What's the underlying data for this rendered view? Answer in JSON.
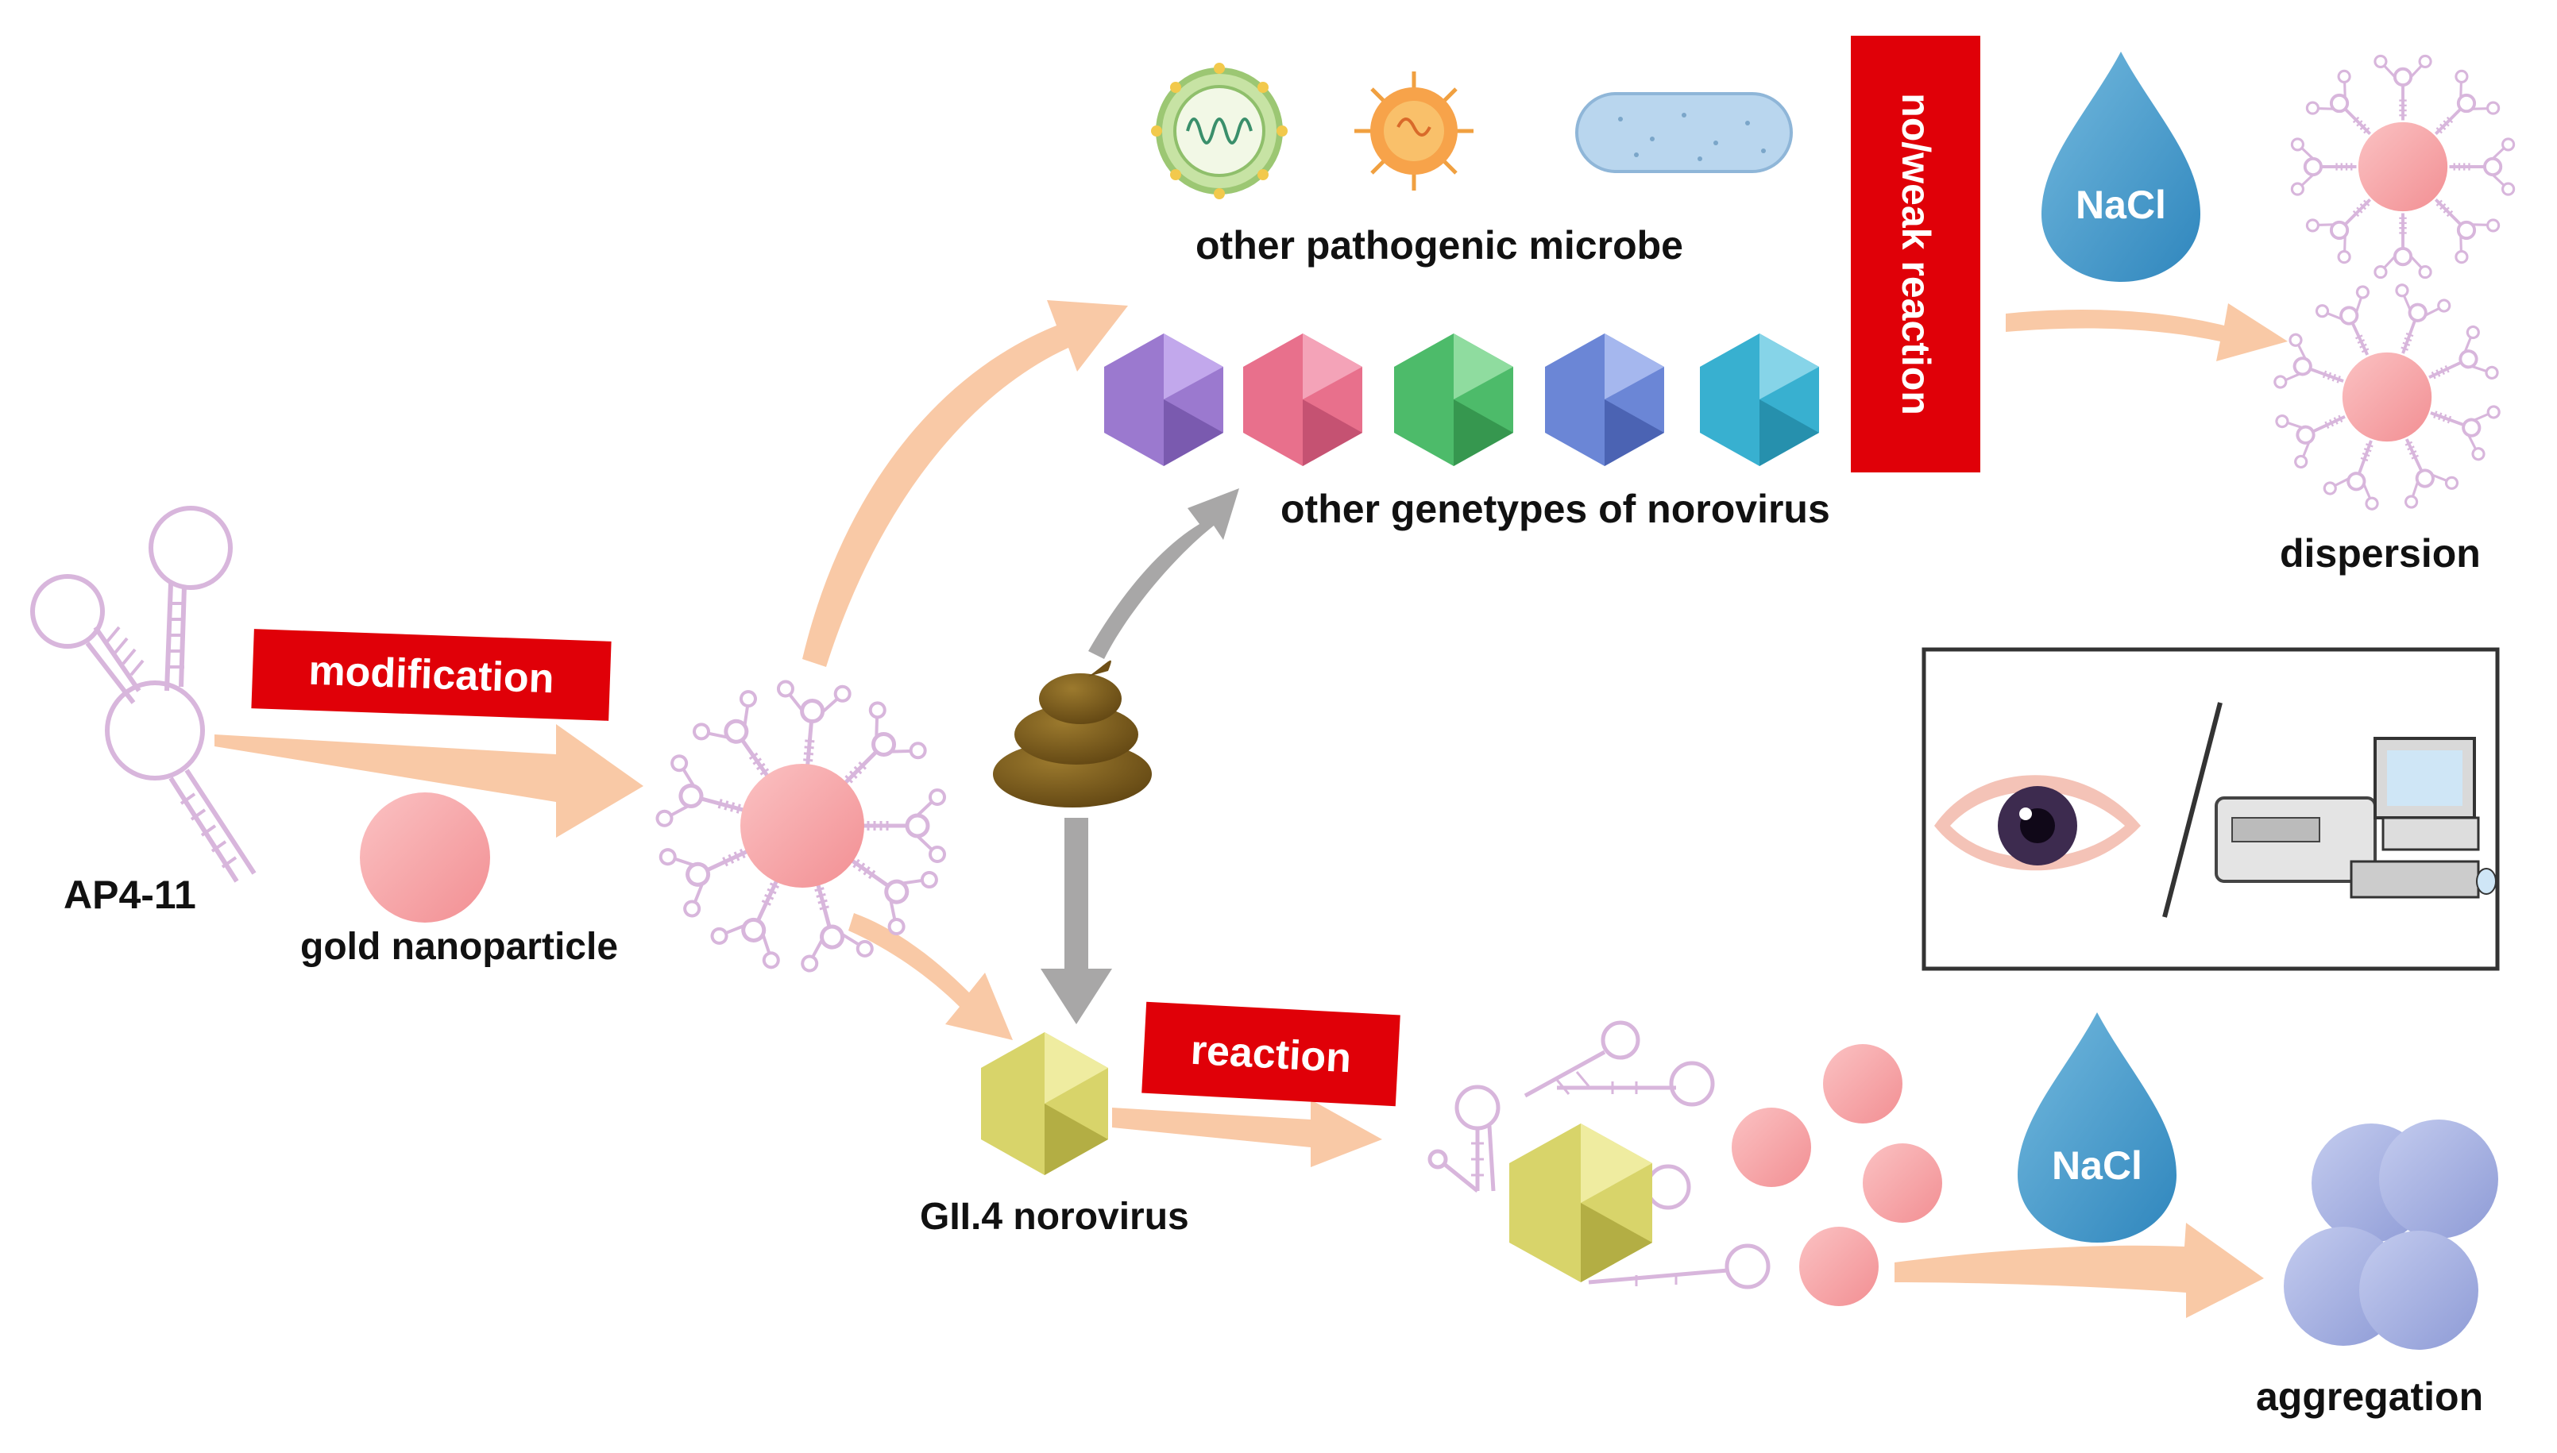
{
  "labels": {
    "aptamer": "AP4-11",
    "gold": "gold nanoparticle",
    "other_microbe": "other pathogenic microbe",
    "other_genotypes": "other genetypes of norovirus",
    "gii4": "GII.4 norovirus",
    "dispersion": "dispersion",
    "aggregation": "aggregation"
  },
  "tags": {
    "modification": "modification",
    "reaction": "reaction",
    "no_weak": "no/weak reaction"
  },
  "salt": {
    "top": "NaCl",
    "bottom": "NaCl"
  },
  "colors": {
    "arrow": "#f9c9a6",
    "grey_arrow": "#a8a7a7",
    "red_tag": "#e00008",
    "gold_particle": "#f7a9ab",
    "aptamer": "#d8b6dc",
    "aggregate": "#a9b5e3",
    "drop": "#4a9ccb",
    "stool": "#7a5a1c"
  },
  "icons": {
    "microbes": [
      "virus-icon",
      "virus-icon",
      "bacterium-icon"
    ],
    "capsids": [
      "purple",
      "pink",
      "green",
      "blue",
      "cyan"
    ],
    "readout": [
      "eye-icon",
      "spectrophotometer-icon"
    ]
  }
}
